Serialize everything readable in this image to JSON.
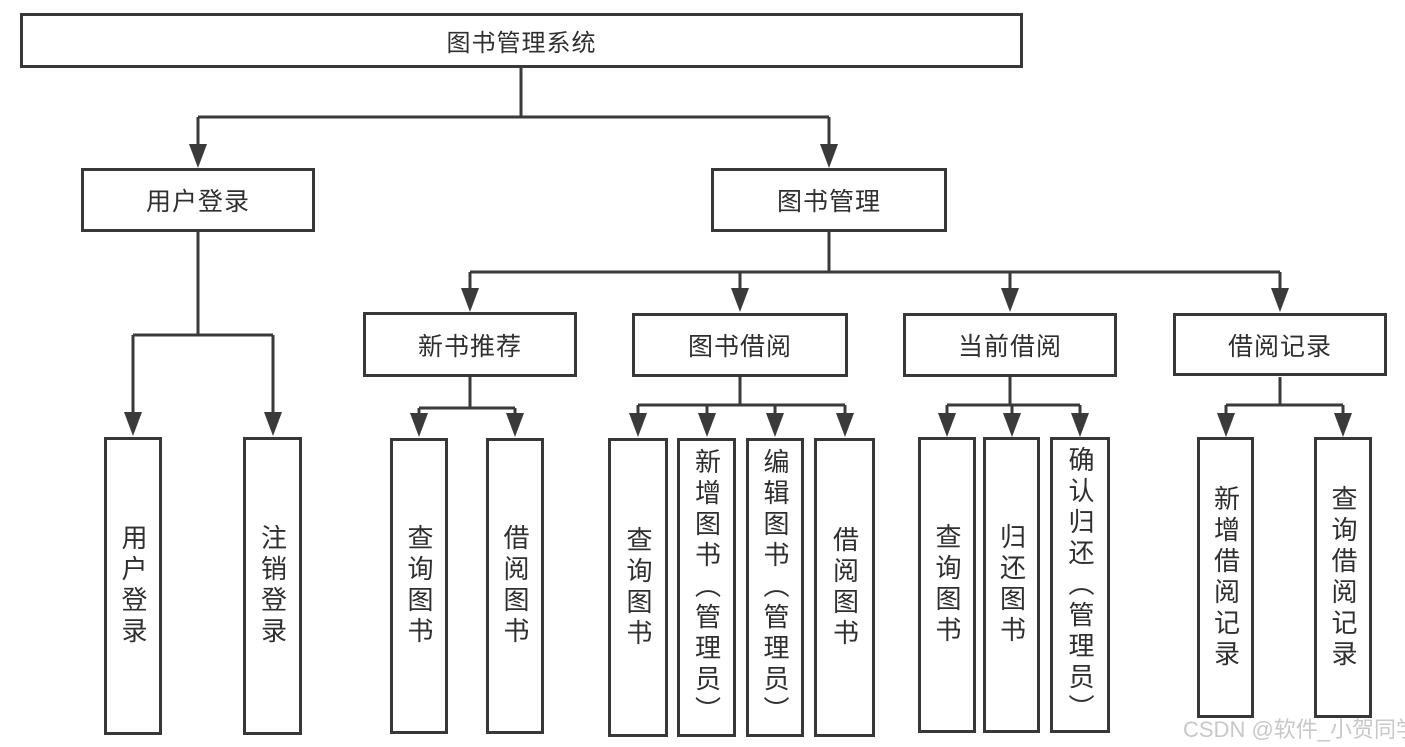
{
  "colors": {
    "line": "#3a3a3a",
    "border": "#383838",
    "text": "#2f2f2f",
    "watermark": "#c8c8c8",
    "background": "#ffffff"
  },
  "nodes": {
    "root": "图书管理系统",
    "userLogin": "用户登录",
    "bookMgmt": "图书管理",
    "newBookRec": "新书推荐",
    "bookBorrow": "图书借阅",
    "currentBorrow": "当前借阅",
    "borrowRecords": "借阅记录",
    "leafUserLogin": "用户登录",
    "leafLogout": "注销登录",
    "nbQueryBooks": "查询图书",
    "nbBorrowBooks": "借阅图书",
    "bbQueryBooks": "查询图书",
    "bbAddBooksAdmin": "新增图书（管理员）",
    "bbEditBooksAdmin": "编辑图书（管理员）",
    "bbBorrowBooks": "借阅图书",
    "cbQueryBooks": "查询图书",
    "cbReturnBooks": "归还图书",
    "cbConfirmReturnAdmin": "确认归还（管理员）",
    "brAddRecord": "新增借阅记录",
    "brQueryRecord": "查询借阅记录"
  },
  "watermark": "CSDN @软件_小贺同学"
}
